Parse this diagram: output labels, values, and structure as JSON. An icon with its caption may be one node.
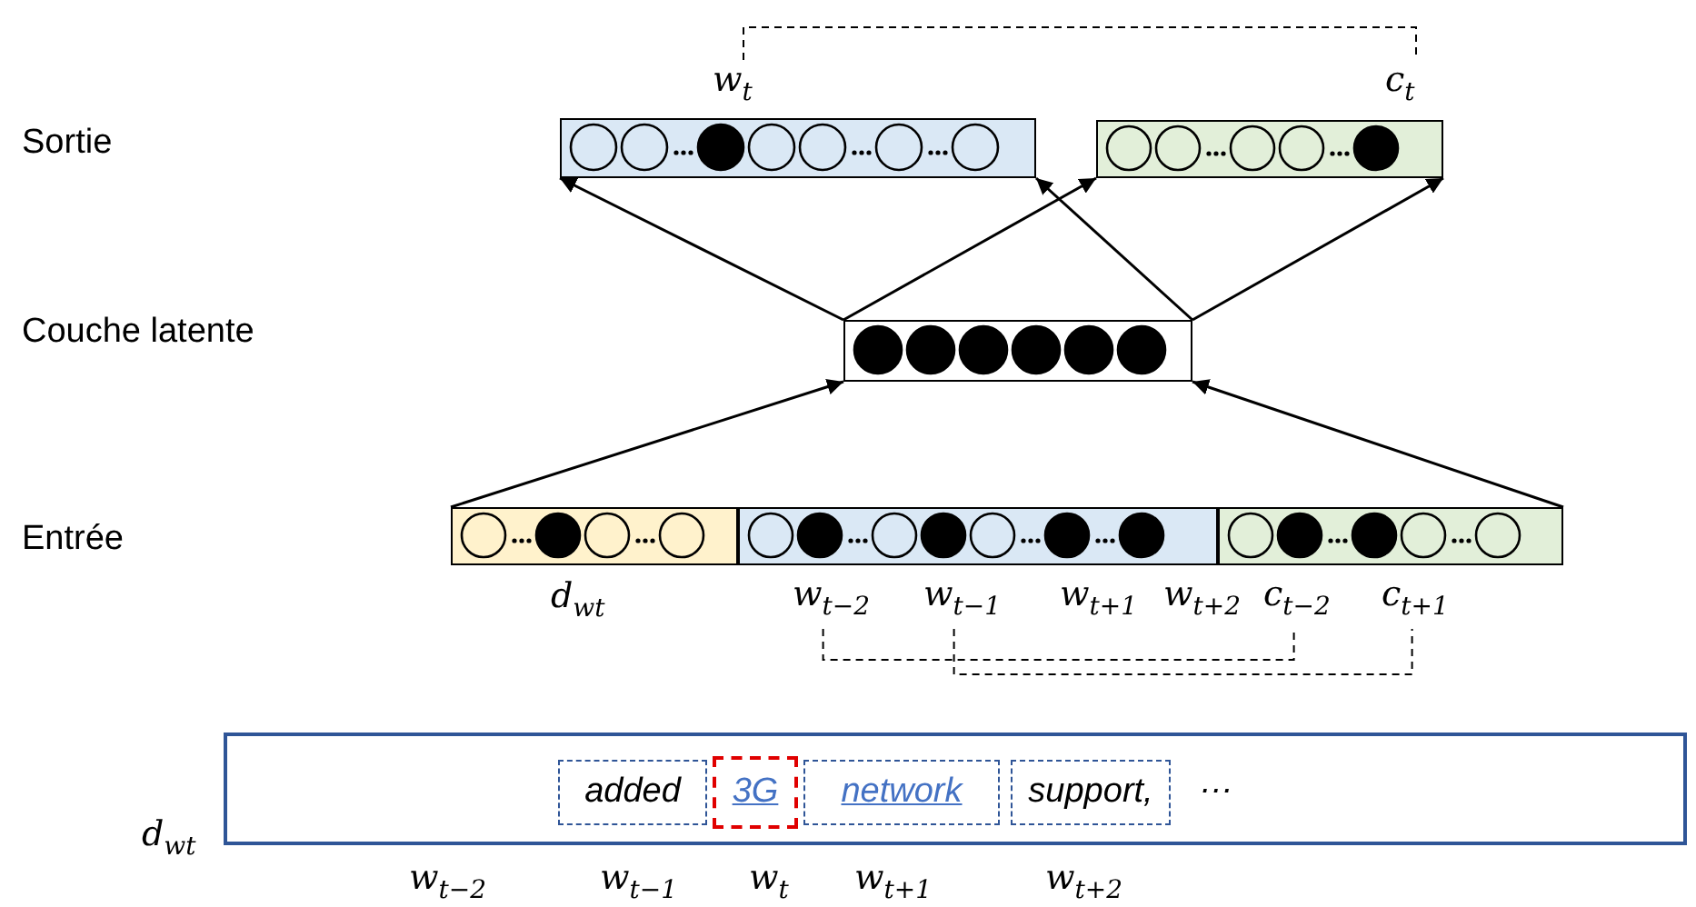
{
  "diagram": {
    "nodes": [
      {
        "text": [],
        "shape": "bar"
      },
      {
        "text": [],
        "shape": "bar"
      },
      {
        "text": [],
        "shape": "bar"
      },
      {
        "text": [],
        "shape": "bar",
        "beside": [
          "d$_{wt}$"
        ]
      },
      {
        "text": [],
        "shape": "bar"
      },
      {
        "text": [],
        "shape": "bar"
      },
      {
        "text": [
          "w$_{t}$"
        ]
      },
      {
        "text": [
          "c$_{t}$"
        ]
      },
      {
        "text": [
          "w$_{t−2}$"
        ]
      },
      {
        "text": [
          "w$_{t−1}$"
        ]
      },
      {
        "text": [
          "c$_{t−2}$"
        ]
      },
      {
        "text": [
          "c$_{t+1}$"
        ]
      },
      {
        "text": [],
        "shape": "box"
      },
      {
        "text": [
          "added"
        ],
        "in": 12
      },
      {
        "text": [
          "3G"
        ],
        "in": 12
      },
      {
        "text": [
          "network"
        ],
        "in": 12
      },
      {
        "text": [
          "support,"
        ],
        "in": 12
      }
    ],
    "edges": [
      {
        "from": 2,
        "to": 0,
        "arrow": "to"
      },
      {
        "from": 2,
        "to": 0,
        "arrow": "to"
      },
      {
        "from": 2,
        "to": 1,
        "arrow": "to"
      },
      {
        "from": 2,
        "to": 1,
        "arrow": "to"
      },
      {
        "from": 3,
        "to": 2,
        "arrow": "to"
      },
      {
        "from": 5,
        "to": 2,
        "arrow": "to"
      },
      {
        "from": 6,
        "to": 7,
        "arrow": "none",
        "style": "dashed"
      },
      {
        "from": 8,
        "to": 10,
        "arrow": "none",
        "style": "dashed"
      },
      {
        "from": 9,
        "to": 11,
        "arrow": "none",
        "style": "dashed"
      }
    ],
    "labels": [
      "Sortie",
      "Couche latente",
      "Entrée",
      "w$_{t+1}$",
      "w$_{t+2}$",
      "…",
      "d$_{wt}$",
      "w$_{t−2}$",
      "w$_{t−1}$",
      "w$_{t}$",
      "w$_{t+1}$",
      "w$_{t+2}$"
    ]
  }
}
